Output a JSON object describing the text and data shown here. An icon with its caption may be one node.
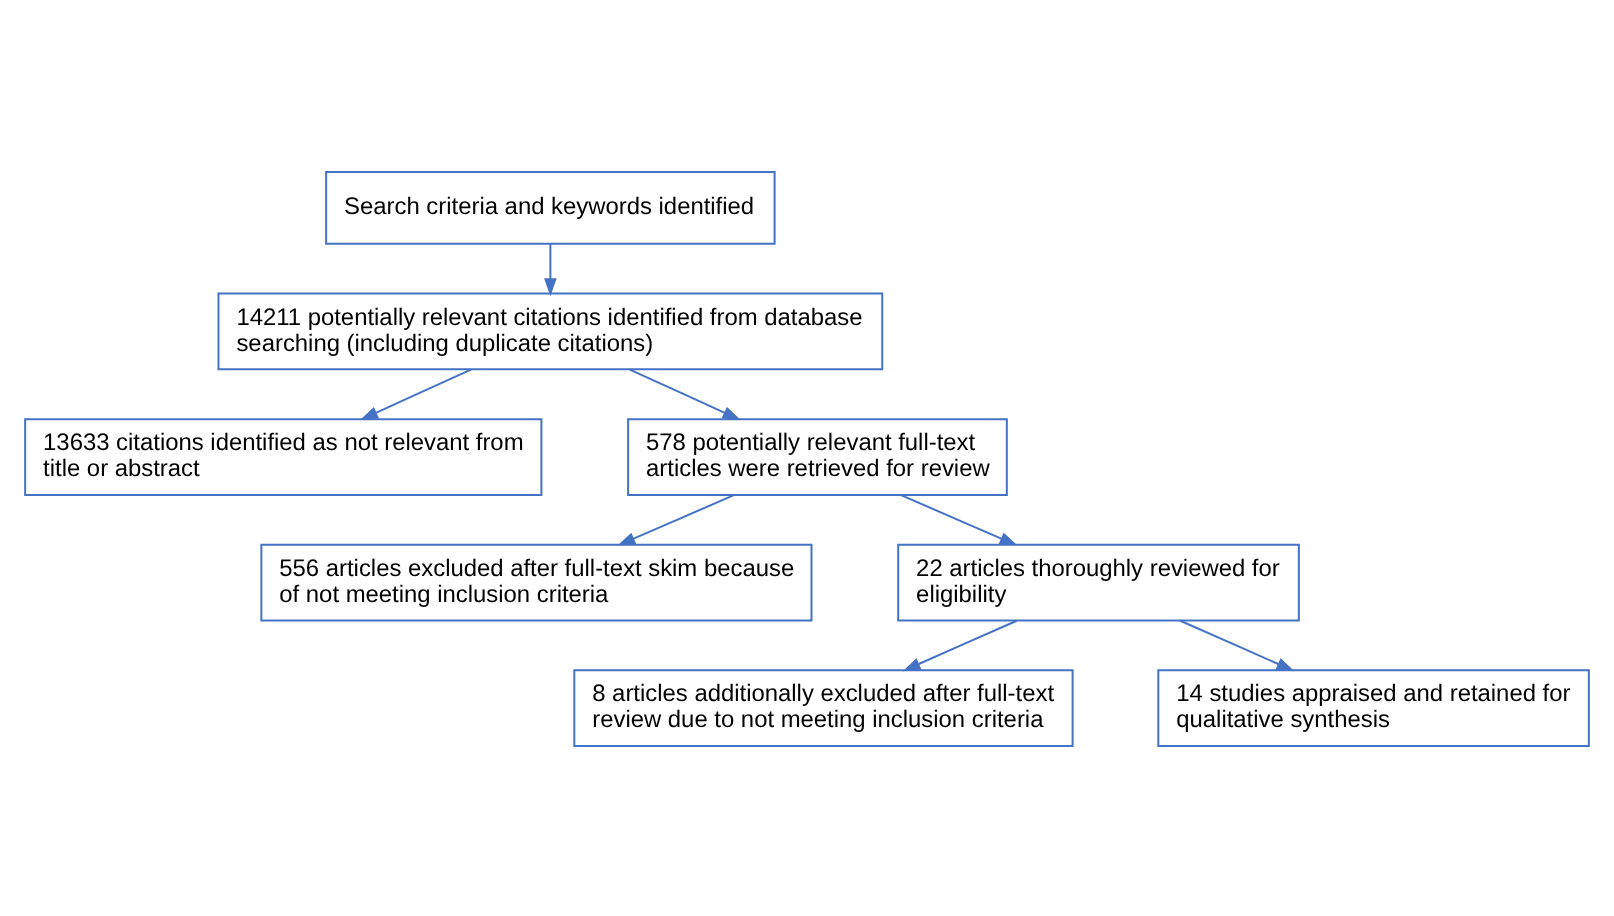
{
  "diagram": {
    "nodes": [
      {
        "text": [
          "Search criteria and keywords identified"
        ]
      },
      {
        "text": [
          "14211 potentially relevant citations identified from database searching (including duplicate citations)"
        ]
      },
      {
        "text": [
          "13633 citations identified as not relevant from title or abstract"
        ]
      },
      {
        "text": [
          "578 potentially relevant full-text articles were retrieved for review"
        ]
      },
      {
        "text": [
          "556 articles excluded after full-text skim because of not meeting inclusion criteria"
        ]
      },
      {
        "text": [
          "22 articles thoroughly reviewed for eligibility"
        ]
      },
      {
        "text": [
          "8 articles additionally excluded after full-text review due to not meeting inclusion criteria"
        ]
      },
      {
        "text": [
          "14 studies appraised and retained for qualitative synthesis"
        ]
      }
    ],
    "edges": [
      {
        "from": 0,
        "to": 1,
        "arrow": "to"
      },
      {
        "from": 1,
        "to": 3,
        "arrow": "to"
      },
      {
        "from": 1,
        "to": 2,
        "arrow": "to"
      },
      {
        "from": 3,
        "to": 5,
        "arrow": "to"
      },
      {
        "from": 3,
        "to": 4,
        "arrow": "to"
      },
      {
        "from": 5,
        "to": 7,
        "arrow": "to"
      },
      {
        "from": 5,
        "to": 6,
        "arrow": "to"
      }
    ]
  }
}
